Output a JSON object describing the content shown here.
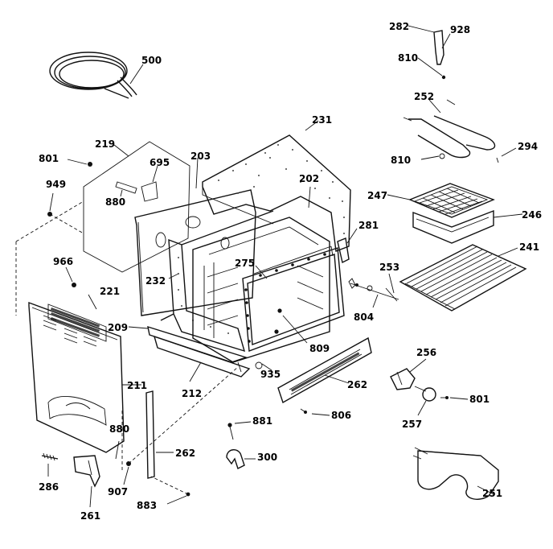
{
  "labels": {
    "l282": "282",
    "l928": "928",
    "l810a": "810",
    "l252": "252",
    "l294": "294",
    "l810b": "810",
    "l247": "247",
    "l246": "246",
    "l241": "241",
    "l253": "253",
    "l231": "231",
    "l202": "202",
    "l281": "281",
    "l500": "500",
    "l801a": "801",
    "l219": "219",
    "l695": "695",
    "l203": "203",
    "l949": "949",
    "l880": "880",
    "l966": "966",
    "l275": "275",
    "l232": "232",
    "l221": "221",
    "l209": "209",
    "l804": "804",
    "l809": "809",
    "l256": "256",
    "l935": "935",
    "l262a": "262",
    "l211": "211",
    "l212": "212",
    "l801b": "801",
    "l880b": "880",
    "l881": "881",
    "l806": "806",
    "l257": "257",
    "l262b": "262",
    "l300": "300",
    "l286": "286",
    "l907": "907",
    "l883": "883",
    "l261": "261",
    "l251": "251"
  }
}
